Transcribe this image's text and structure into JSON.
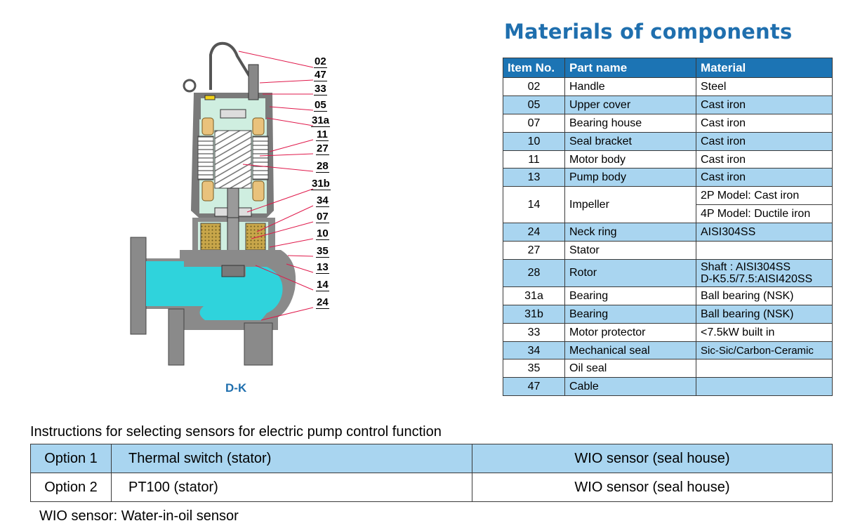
{
  "title": "Materials of components",
  "materials_table": {
    "headers": {
      "item_no": "Item No.",
      "part_name": "Part name",
      "material": "Material"
    },
    "rows": [
      {
        "no": "02",
        "part": "Handle",
        "material": "Steel"
      },
      {
        "no": "05",
        "part": "Upper cover",
        "material": "Cast iron"
      },
      {
        "no": "07",
        "part": "Bearing house",
        "material": "Cast iron"
      },
      {
        "no": "10",
        "part": "Seal bracket",
        "material": "Cast iron"
      },
      {
        "no": "11",
        "part": "Motor body",
        "material": "Cast iron"
      },
      {
        "no": "13",
        "part": "Pump body",
        "material": "Cast iron"
      },
      {
        "no": "14",
        "part": "Impeller",
        "material_line1": "2P Model: Cast iron",
        "material_line2": "4P Model: Ductile iron"
      },
      {
        "no": "24",
        "part": "Neck ring",
        "material": "AISI304SS"
      },
      {
        "no": "27",
        "part": "Stator",
        "material": ""
      },
      {
        "no": "28",
        "part": "Rotor",
        "material_line1": "Shaft : AISI304SS",
        "material_line2": "D-K5.5/7.5:AISI420SS"
      },
      {
        "no": "31a",
        "part": "Bearing",
        "material": "Ball bearing (NSK)"
      },
      {
        "no": "31b",
        "part": "Bearing",
        "material": "Ball bearing (NSK)"
      },
      {
        "no": "33",
        "part": "Motor protector",
        "material": "<7.5kW built in"
      },
      {
        "no": "34",
        "part": "Mechanical seal",
        "material": "Sic-Sic/Carbon-Ceramic"
      },
      {
        "no": "35",
        "part": "Oil seal",
        "material": ""
      },
      {
        "no": "47",
        "part": "Cable",
        "material": ""
      }
    ]
  },
  "diagram": {
    "caption": "D-K",
    "part_labels": [
      "02",
      "47",
      "33",
      "05",
      "31a",
      "11",
      "27",
      "28",
      "31b",
      "34",
      "07",
      "10",
      "35",
      "13",
      "14",
      "24"
    ],
    "colors": {
      "water": "#2fd3dc",
      "oil": "#cfeee0",
      "coil": "#e9c27c",
      "casing": "#6e6e6e",
      "leader": "#e0194b"
    }
  },
  "sensors": {
    "heading": "Instructions for selecting sensors for electric pump control function",
    "options": [
      {
        "option": "Option 1",
        "stator": "Thermal switch  (stator)",
        "seal": "WIO sensor  (seal house)"
      },
      {
        "option": "Option 2",
        "stator": "PT100  (stator)",
        "seal": "WIO sensor  (seal house)"
      }
    ],
    "note": "WIO sensor: Water-in-oil sensor"
  }
}
